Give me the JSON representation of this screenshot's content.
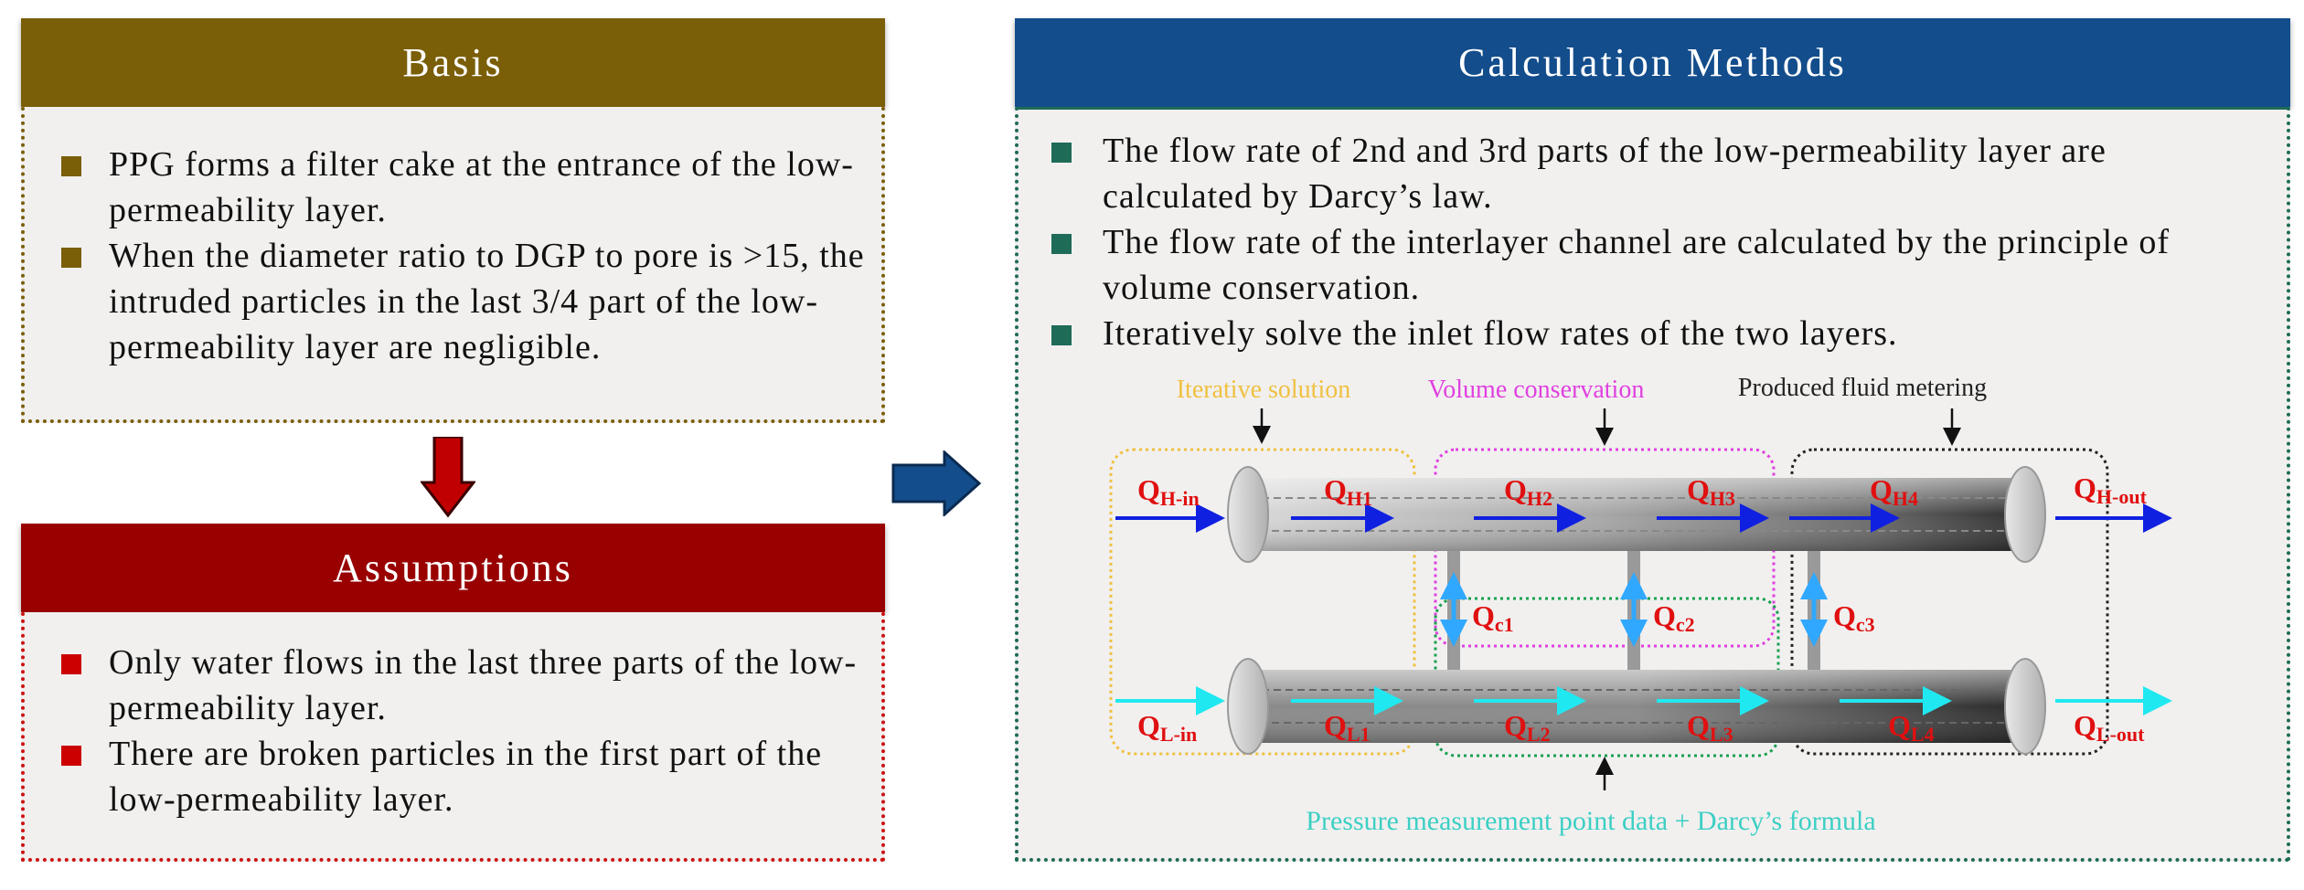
{
  "colors": {
    "basis": "#7a5e08",
    "assumptions": "#990000",
    "methods": "#134d8c",
    "methods_bullet": "#1e6b57",
    "iterative": "#f0c040",
    "volume": "#e040e0",
    "metering": "#222222",
    "pressure": "#3ccfc4",
    "label_red": "#e01010",
    "arrow_blue": "#1020e0",
    "arrow_cyan": "#20e8f0",
    "connector_arrow": "#30a8ff"
  },
  "basis": {
    "title": "Basis",
    "items": [
      "PPG forms a filter cake at the entrance of the low-permeability layer.",
      "When the diameter ratio to DGP to pore is >15, the intruded particles in the last 3/4 part of the low-permeability layer are negligible."
    ]
  },
  "assumptions": {
    "title": "Assumptions",
    "items": [
      "Only water flows in the last three parts of the low-permeability layer.",
      "There are broken particles in the first part of the low-permeability layer."
    ]
  },
  "methods": {
    "title": "Calculation Methods",
    "items": [
      "The flow rate of 2nd and 3rd parts of the low-permeability layer are calculated by Darcy’s law.",
      "The flow rate of the interlayer channel are calculated by the principle of volume conservation.",
      "Iteratively solve the inlet flow rates of the two layers."
    ]
  },
  "diagram": {
    "iterative_label": "Iterative solution",
    "volume_label": "Volume conservation",
    "metering_label": "Produced fluid metering",
    "pressure_label": "Pressure measurement point data + Darcy’s formula",
    "top_flows": [
      {
        "base": "Q",
        "sub": "H-in"
      },
      {
        "base": "Q",
        "sub": "H1"
      },
      {
        "base": "Q",
        "sub": "H2"
      },
      {
        "base": "Q",
        "sub": "H3"
      },
      {
        "base": "Q",
        "sub": "H4"
      },
      {
        "base": "Q",
        "sub": "H-out"
      }
    ],
    "bottom_flows": [
      {
        "base": "Q",
        "sub": "L-in"
      },
      {
        "base": "Q",
        "sub": "L1"
      },
      {
        "base": "Q",
        "sub": "L2"
      },
      {
        "base": "Q",
        "sub": "L3"
      },
      {
        "base": "Q",
        "sub": "L4"
      },
      {
        "base": "Q",
        "sub": "L-out"
      }
    ],
    "channel_flows": [
      {
        "base": "Q",
        "sub": "c1"
      },
      {
        "base": "Q",
        "sub": "c2"
      },
      {
        "base": "Q",
        "sub": "c3"
      }
    ]
  }
}
